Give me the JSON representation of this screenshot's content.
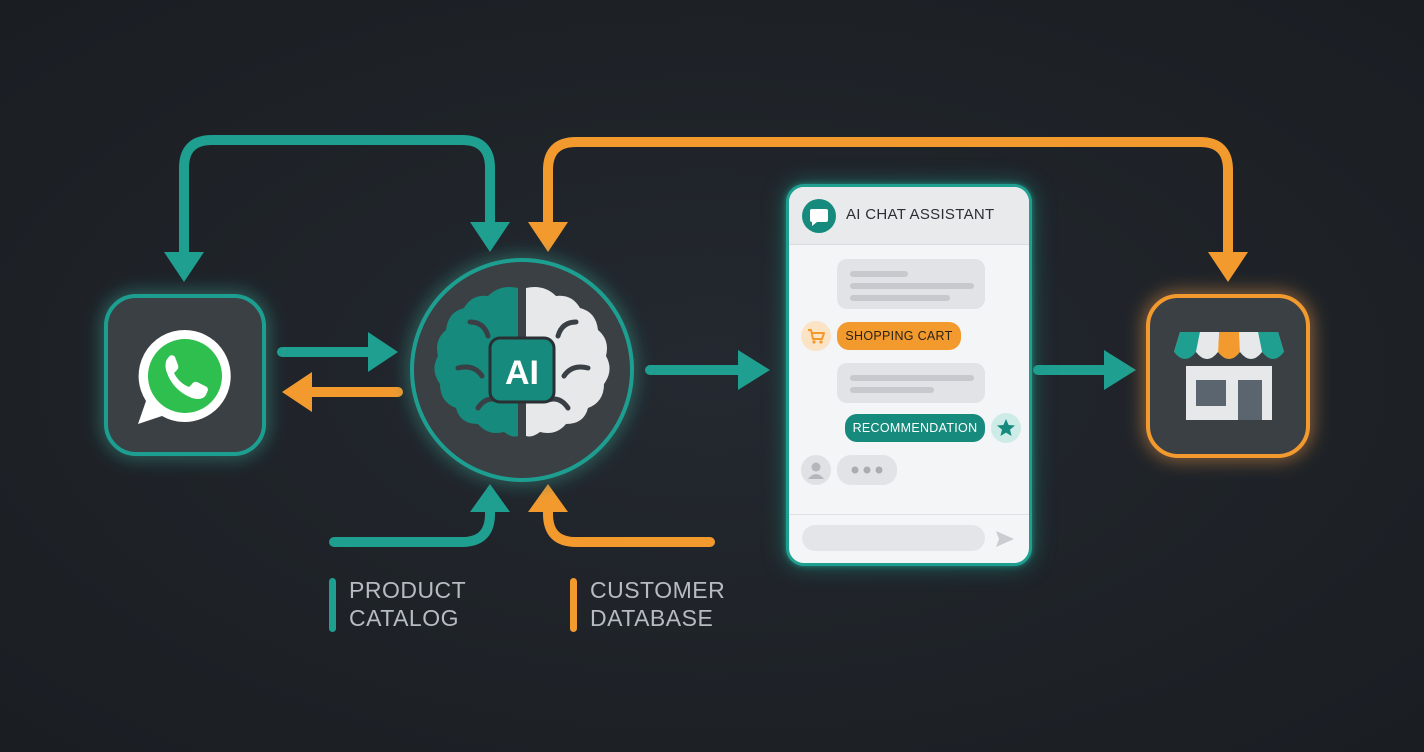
{
  "hub": {
    "label": "AI"
  },
  "chat": {
    "title": "AI CHAT ASSISTANT",
    "cart_label": "SHOPPING CART",
    "recommendation_label": "RECOMMENDATION"
  },
  "legend": {
    "product": {
      "line1": "PRODUCT",
      "line2": "CATALOG"
    },
    "customer": {
      "line1": "CUSTOMER",
      "line2": "DATABASE"
    }
  },
  "icons": {
    "messenger": "whatsapp-icon",
    "hub": "brain-icon",
    "store": "storefront-icon",
    "chat_header": "chat-bubble-icon",
    "cart": "cart-icon",
    "star": "star-icon",
    "avatar": "user-avatar-icon",
    "send": "send-icon"
  },
  "colors": {
    "teal": "#1f9f90",
    "orange": "#f39a2e",
    "background": "#1e2227",
    "tile": "#3a3f45",
    "brain_right": "#e6e8ea",
    "whatsapp_green": "#2fbf4f"
  }
}
